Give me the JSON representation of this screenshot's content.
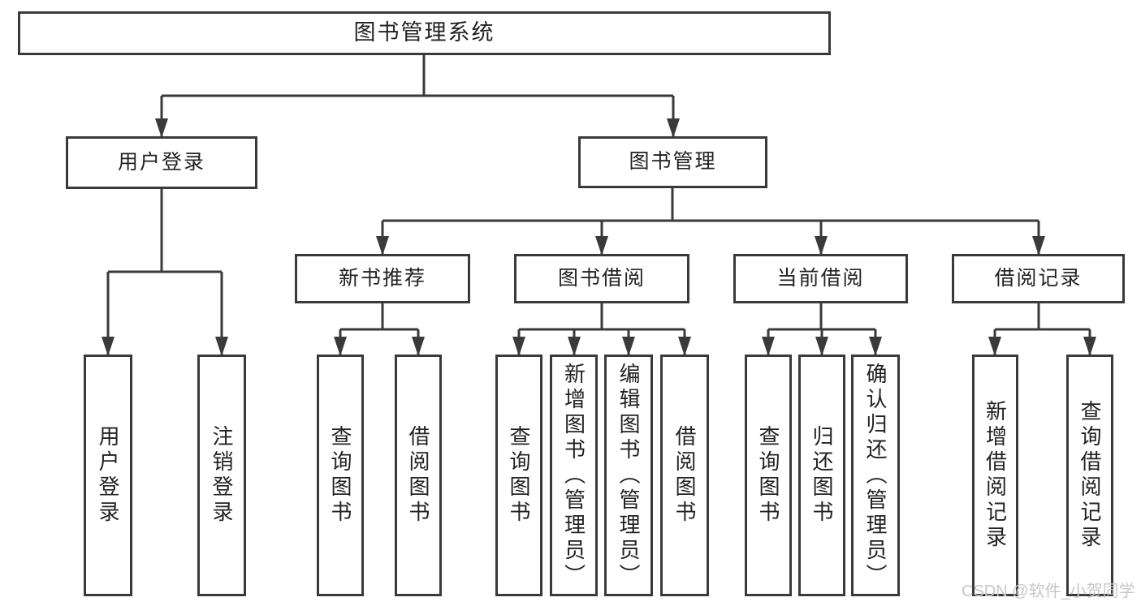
{
  "diagram": {
    "title": "图书管理系统",
    "branches": [
      {
        "label": "用户登录",
        "children": [
          "用户登录",
          "注销登录"
        ]
      },
      {
        "label": "图书管理",
        "groups": [
          {
            "label": "新书推荐",
            "children": [
              "查询图书",
              "借阅图书"
            ]
          },
          {
            "label": "图书借阅",
            "children": [
              "查询图书",
              "新增图书（管理员）",
              "编辑图书（管理员）",
              "借阅图书"
            ]
          },
          {
            "label": "当前借阅",
            "children": [
              "查询图书",
              "归还图书",
              "确认归还（管理员）"
            ]
          },
          {
            "label": "借阅记录",
            "children": [
              "新增借阅记录",
              "查询借阅记录"
            ]
          }
        ]
      }
    ]
  },
  "watermark": "CSDN @软件_小贺同学",
  "colors": {
    "line": "#3a3a3a",
    "box_border": "#3a3a3a",
    "text": "#222222",
    "background": "#ffffff",
    "watermark": "#c7c7c7"
  }
}
